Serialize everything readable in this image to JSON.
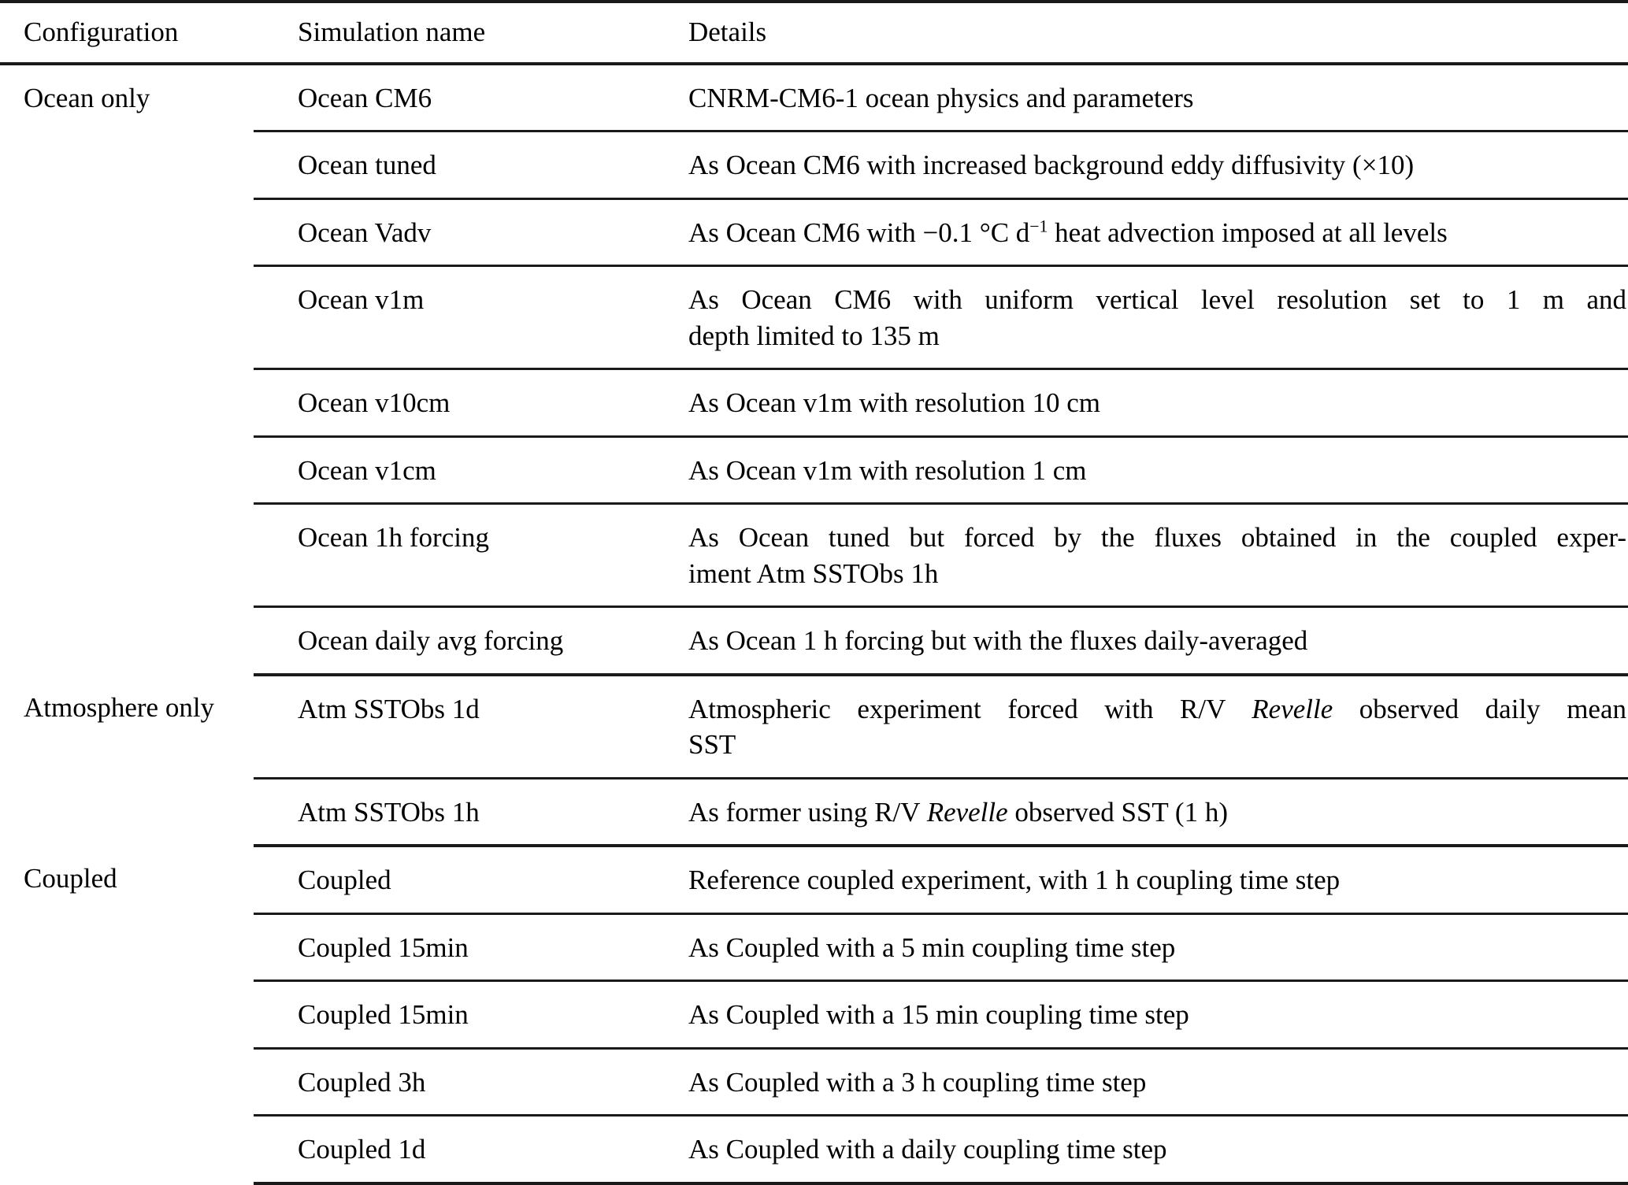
{
  "table": {
    "headers": {
      "configuration": "Configuration",
      "simulation_name": "Simulation name",
      "details": "Details"
    },
    "groups": [
      {
        "configuration": "Ocean only",
        "rows": [
          {
            "simulation_name": "Ocean CM6",
            "details": "CNRM-CM6-1 ocean physics and parameters"
          },
          {
            "simulation_name": "Ocean tuned",
            "details": "As Ocean CM6 with increased background eddy diffusivity (×10)"
          },
          {
            "simulation_name": "Ocean Vadv",
            "details_pre": "As Ocean CM6 with −0.1 °C d",
            "details_sup": "−1",
            "details_post": " heat advection imposed at all levels",
            "details": "As Ocean CM6 with −0.1 °C d−1 heat advection imposed at all levels"
          },
          {
            "simulation_name": "Ocean v1m",
            "details_line1": "As Ocean CM6 with uniform vertical level resolution set to 1 m and",
            "details_line2": "depth limited to 135 m",
            "details": "As Ocean CM6 with uniform vertical level resolution set to 1 m and depth limited to 135 m"
          },
          {
            "simulation_name": "Ocean v10cm",
            "details": "As Ocean v1m with resolution 10 cm"
          },
          {
            "simulation_name": "Ocean v1cm",
            "details": "As Ocean v1m with resolution 1 cm"
          },
          {
            "simulation_name": "Ocean 1h forcing",
            "details_line1": "As Ocean tuned but forced by the fluxes obtained in the coupled exper-",
            "details_line2": "iment Atm SSTObs 1h",
            "details": "As Ocean tuned but forced by the fluxes obtained in the coupled experiment Atm SSTObs 1h"
          },
          {
            "simulation_name": "Ocean daily avg forcing",
            "details": "As Ocean 1 h forcing but with the fluxes daily-averaged"
          }
        ]
      },
      {
        "configuration": "Atmosphere only",
        "rows": [
          {
            "simulation_name": "Atm SSTObs 1d",
            "details_line1_pre": "Atmospheric experiment forced with R/V ",
            "details_line1_italic": "Revelle",
            "details_line1_post": " observed daily mean",
            "details_line2": "SST",
            "details": "Atmospheric experiment forced with R/V Revelle observed daily mean SST"
          },
          {
            "simulation_name": "Atm SSTObs 1h",
            "details_pre": "As former using R/V ",
            "details_italic": "Revelle",
            "details_post": " observed SST (1 h)",
            "details": "As former using R/V Revelle observed SST (1 h)"
          }
        ]
      },
      {
        "configuration": "Coupled",
        "rows": [
          {
            "simulation_name": "Coupled",
            "details": "Reference coupled experiment, with 1 h coupling time step"
          },
          {
            "simulation_name": "Coupled 15min",
            "details": "As Coupled with a 5 min coupling time step"
          },
          {
            "simulation_name": "Coupled 15min",
            "details": "As Coupled with a 15 min coupling time step"
          },
          {
            "simulation_name": "Coupled 3h",
            "details": "As Coupled with a 3 h coupling time step"
          },
          {
            "simulation_name": "Coupled 1d",
            "details": "As Coupled with a daily coupling time step"
          }
        ]
      }
    ]
  }
}
